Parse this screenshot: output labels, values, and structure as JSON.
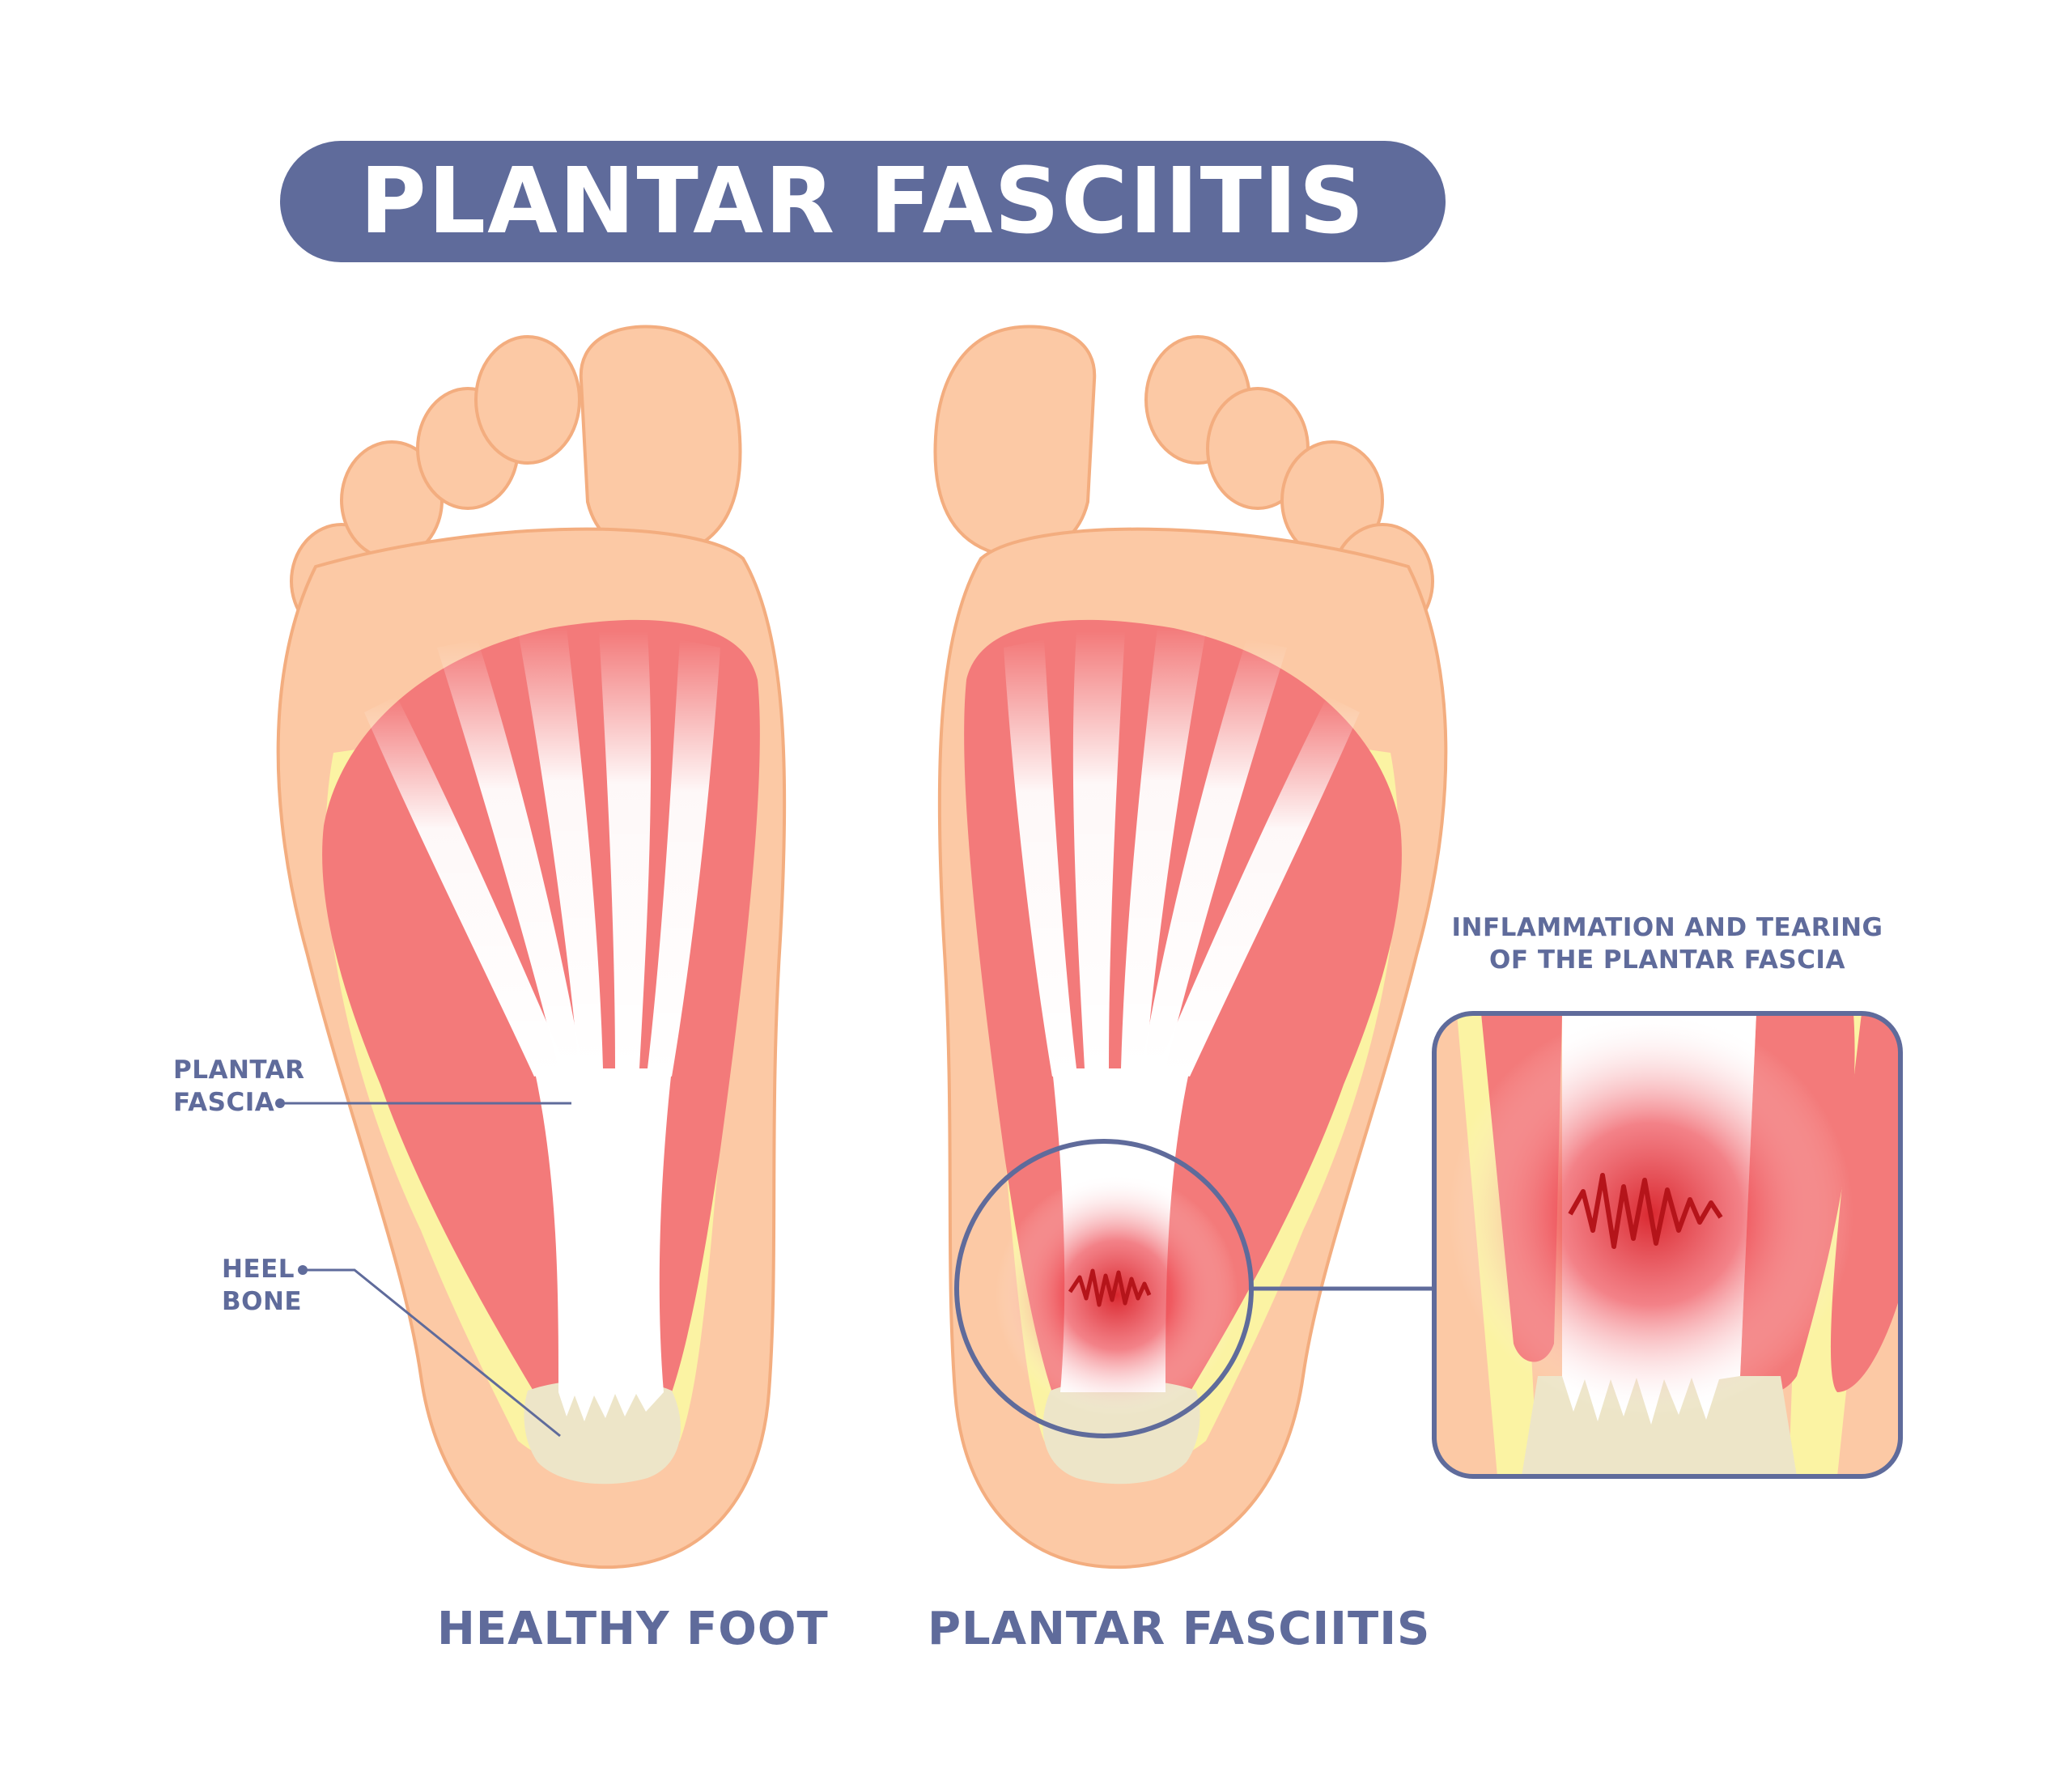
{
  "title": "PLANTAR FASCIITIS",
  "labels": {
    "plantar_fascia_line1": "PLANTAR",
    "plantar_fascia_line2": "FASCIA",
    "heel_bone_line1": "HEEL",
    "heel_bone_line2": "BONE",
    "inflammation_line1": "INFLAMMATION AND TEARING",
    "inflammation_line2": "OF THE PLANTAR FASCIA"
  },
  "captions": {
    "healthy": "HEALTHY FOOT",
    "condition": "PLANTAR FASCIITIS"
  },
  "colors": {
    "accent": "#5f6b9b",
    "skin": "#fcc9a5",
    "skin_outline": "#f3ad7f",
    "muscle": "#f37a7a",
    "fascia": "#ffffff",
    "heel_bone": "#ede5c8",
    "fat_layer": "#fbf3a3",
    "inflammation": "#e0252b"
  }
}
